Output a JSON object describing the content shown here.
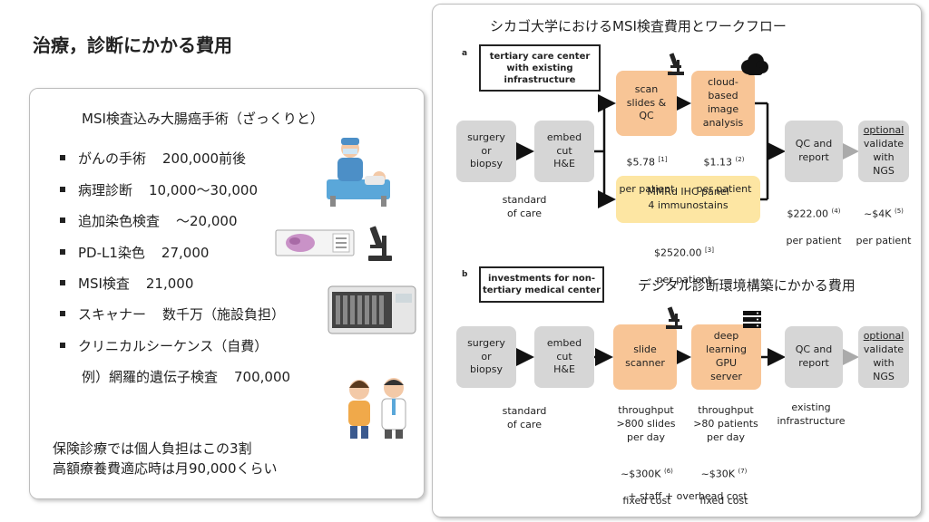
{
  "title": "治療，診断にかかる費用",
  "left": {
    "heading": "MSI検査込み大腸癌手術（ざっくりと）",
    "items": [
      {
        "label": "がんの手術",
        "cost": "200,000前後"
      },
      {
        "label": "病理診断",
        "cost": "10,000〜30,000"
      },
      {
        "label": "追加染色検査",
        "cost": "〜20,000"
      },
      {
        "label": "PD-L1染色",
        "cost": "27,000"
      },
      {
        "label": "MSI検査",
        "cost": "21,000"
      },
      {
        "label": "スキャナー",
        "cost": "数千万（施設負担）"
      },
      {
        "label": "クリニカルシーケンス（自費）",
        "cost": ""
      }
    ],
    "example_label": "例）網羅的遺伝子検査",
    "example_cost": "700,000",
    "note_line1": "保険診療では個人負担はこの3割",
    "note_line2": "高額療養費適応時は月90,000くらい"
  },
  "right": {
    "heading": "シカゴ大学におけるMSI検査費用とワークフロー",
    "subheading": "デジタル診断環境構築にかかる費用",
    "a": {
      "letter": "a",
      "label": "tertiary care center\nwith existing\ninfrastructure",
      "surgery": "surgery\nor\nbiopsy",
      "embed": "embed\ncut\nH&E",
      "scan": "scan\nslides &\nQC",
      "cloud": "cloud-\nbased\nimage\nanalysis",
      "ihc": "MMRd IHC panel\n4 immunostains",
      "qc_report": "QC and\nreport",
      "optional": "optional",
      "validate": "validate\nwith\nNGS",
      "standard": "standard\nof care",
      "cost_scan": "$5.78",
      "ref_scan": "[1]",
      "cost_cloud": "$1.13",
      "ref_cloud": "(2)",
      "per_patient": "per patient",
      "cost_ihc": "$2520.00",
      "ref_ihc": "[3]",
      "cost_qc": "$222.00",
      "ref_qc": "(4)",
      "cost_ngs": "~$4K",
      "ref_ngs": "(5)"
    },
    "b": {
      "letter": "b",
      "label": "investments for non-\ntertiary medical center",
      "surgery": "surgery\nor\nbiopsy",
      "embed": "embed\ncut\nH&E",
      "scanner": "slide\nscanner",
      "gpu": "deep\nlearning\nGPU\nserver",
      "qc_report": "QC and\nreport",
      "optional": "optional",
      "validate": "validate\nwith\nNGS",
      "standard": "standard\nof care",
      "throughput_scanner": "throughput\n>800 slides\nper day",
      "throughput_gpu": "throughput\n>80 patients\nper day",
      "existing": "existing\ninfrastructure",
      "cost_scanner": "~$300K",
      "ref_scanner": "(6)",
      "cost_gpu": "~$30K",
      "ref_gpu": "(7)",
      "fixed_cost": "fixed cost",
      "staff": "+ staff + overhead cost"
    }
  }
}
